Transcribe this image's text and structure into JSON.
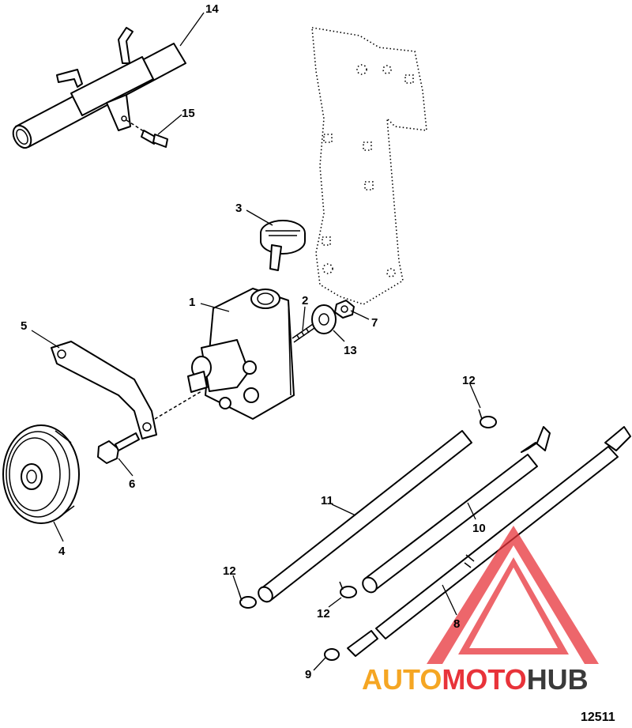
{
  "callouts": {
    "c1": "1",
    "c2": "2",
    "c3": "3",
    "c4": "4",
    "c5": "5",
    "c6": "6",
    "c7": "7",
    "c8": "8",
    "c9": "9",
    "c10": "10",
    "c11": "11",
    "c12a": "12",
    "c12b": "12",
    "c12c": "12",
    "c13": "13",
    "c14": "14",
    "c15": "15"
  },
  "watermark": {
    "part1": "AUTO",
    "part2": "MOTO",
    "part3": "HUB",
    "color_orange": "#f5a623",
    "color_red": "#e8333a",
    "color_dark": "#3a3a3a"
  },
  "figure_number": "12511"
}
